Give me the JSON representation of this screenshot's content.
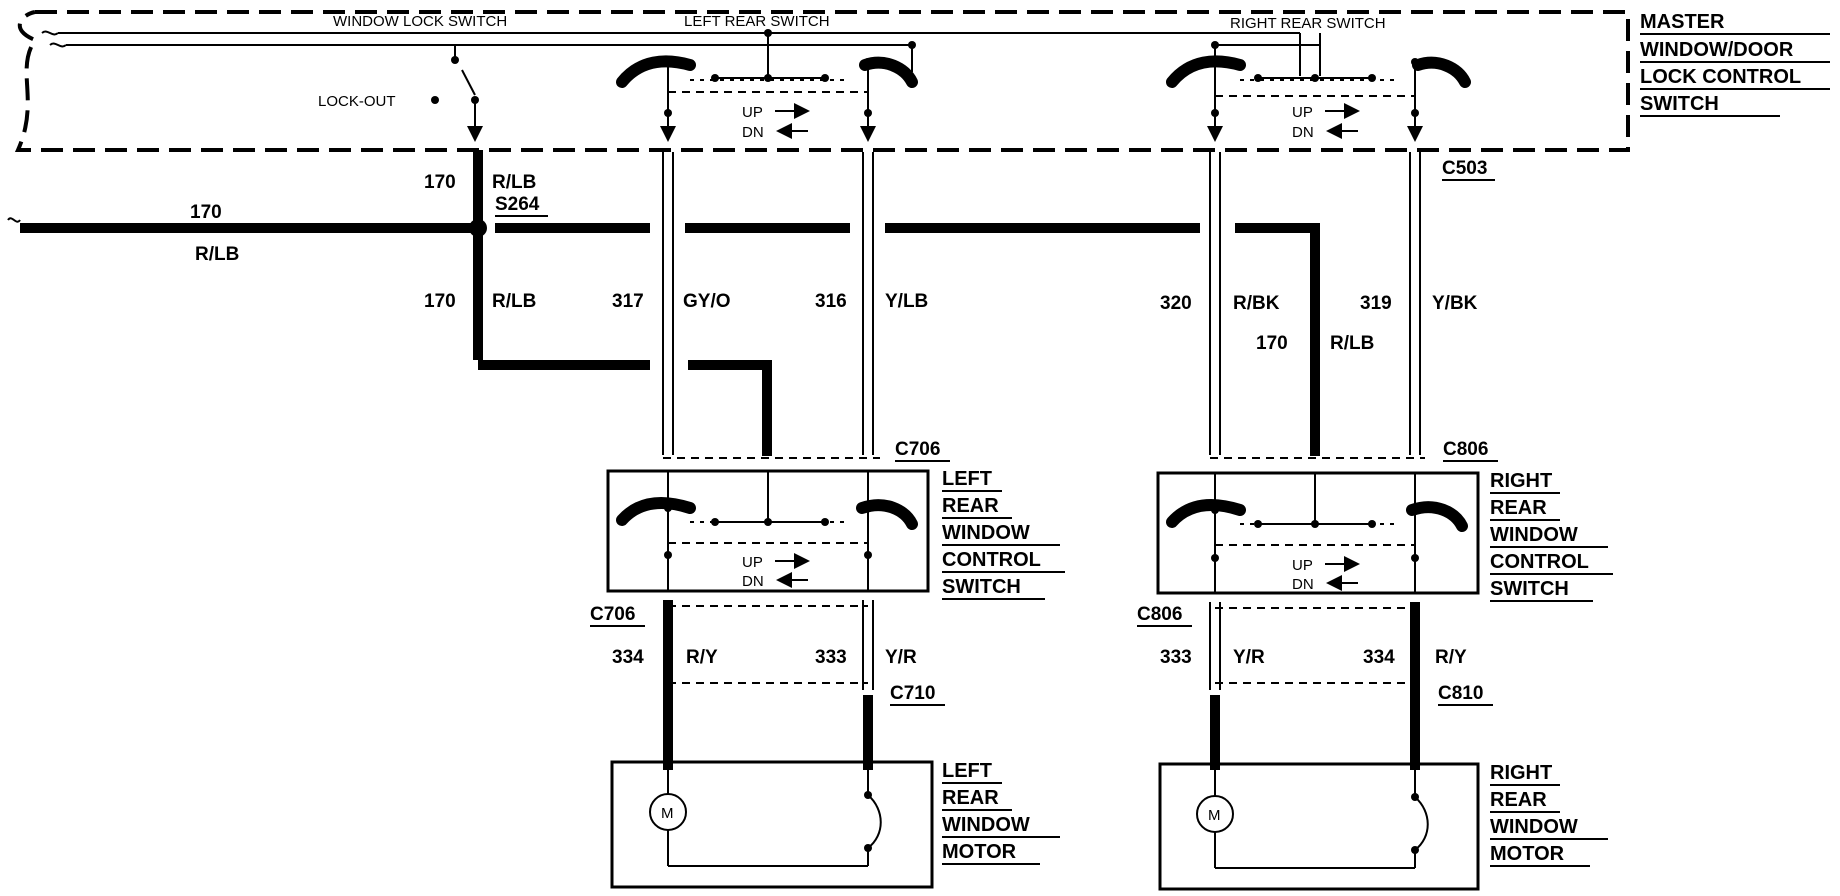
{
  "master": {
    "lines": [
      "MASTER",
      "WINDOW/DOOR",
      "LOCK CONTROL",
      "SWITCH"
    ],
    "window_lock_switch": "WINDOW LOCK SWITCH",
    "left_rear_switch": "LEFT REAR SWITCH",
    "right_rear_switch": "RIGHT REAR SWITCH",
    "lock_out": "LOCK-OUT",
    "up": "UP",
    "dn": "DN"
  },
  "connectors": {
    "c503": "C503",
    "c706_top": "C706",
    "c806_top": "C806",
    "c706_bot": "C706",
    "c806_bot": "C806",
    "c710": "C710",
    "c810": "C810",
    "s264": "S264"
  },
  "wires": {
    "w170_top_num": "170",
    "w170_top_col": "R/LB",
    "w170_bus_num": "170",
    "w170_bus_col": "R/LB",
    "w170_low_num": "170",
    "w170_low_col": "R/LB",
    "w317_num": "317",
    "w317_col": "GY/O",
    "w316_num": "316",
    "w316_col": "Y/LB",
    "w320_num": "320",
    "w320_col": "R/BK",
    "w319_num": "319",
    "w319_col": "Y/BK",
    "w170_right_num": "170",
    "w170_right_col": "R/LB",
    "w334_l_num": "334",
    "w334_l_col": "R/Y",
    "w333_l_num": "333",
    "w333_l_col": "Y/R",
    "w333_r_num": "333",
    "w333_r_col": "Y/R",
    "w334_r_num": "334",
    "w334_r_col": "R/Y"
  },
  "left_switch": {
    "lines": [
      "LEFT",
      "REAR",
      "WINDOW",
      "CONTROL",
      "SWITCH"
    ]
  },
  "right_switch": {
    "lines": [
      "RIGHT",
      "REAR",
      "WINDOW",
      "CONTROL",
      "SWITCH"
    ]
  },
  "left_motor": {
    "lines": [
      "LEFT",
      "REAR",
      "WINDOW",
      "MOTOR"
    ],
    "symbol": "M"
  },
  "right_motor": {
    "lines": [
      "RIGHT",
      "REAR",
      "WINDOW",
      "MOTOR"
    ],
    "symbol": "M"
  }
}
